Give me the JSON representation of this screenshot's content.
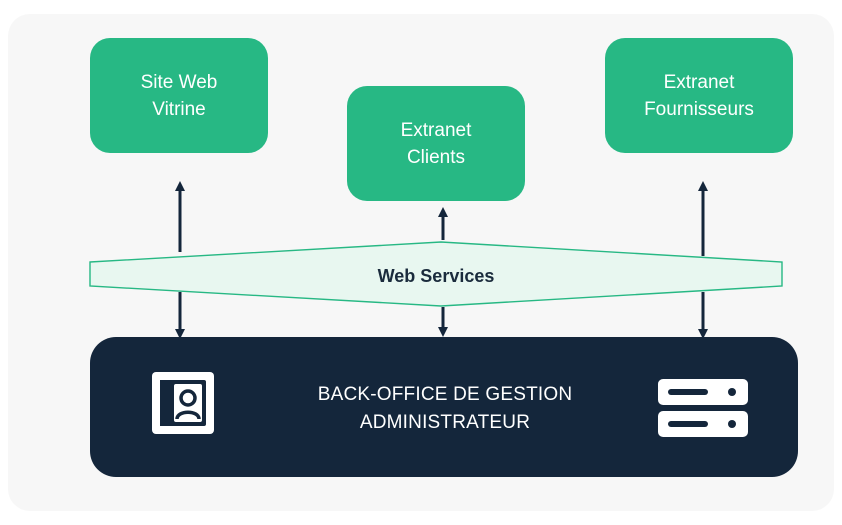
{
  "nodes": {
    "site_web": {
      "line1": "Site Web",
      "line2": "Vitrine"
    },
    "extranet_clients": {
      "line1": "Extranet",
      "line2": "Clients"
    },
    "extranet_fournisseurs": {
      "line1": "Extranet",
      "line2": "Fournisseurs"
    }
  },
  "web_services": {
    "label": "Web Services"
  },
  "back_office": {
    "line1": "BACK-OFFICE DE GESTION",
    "line2": "ADMINISTRATEUR",
    "left_icon": "user-profile-icon",
    "right_icon": "server-icon"
  },
  "colors": {
    "node_green": "#27b884",
    "back_office_navy": "#14263b",
    "arrow": "#14263b",
    "band_fill": "#e8f7f0",
    "band_stroke": "#27b884",
    "background": "#f7f7f7"
  }
}
